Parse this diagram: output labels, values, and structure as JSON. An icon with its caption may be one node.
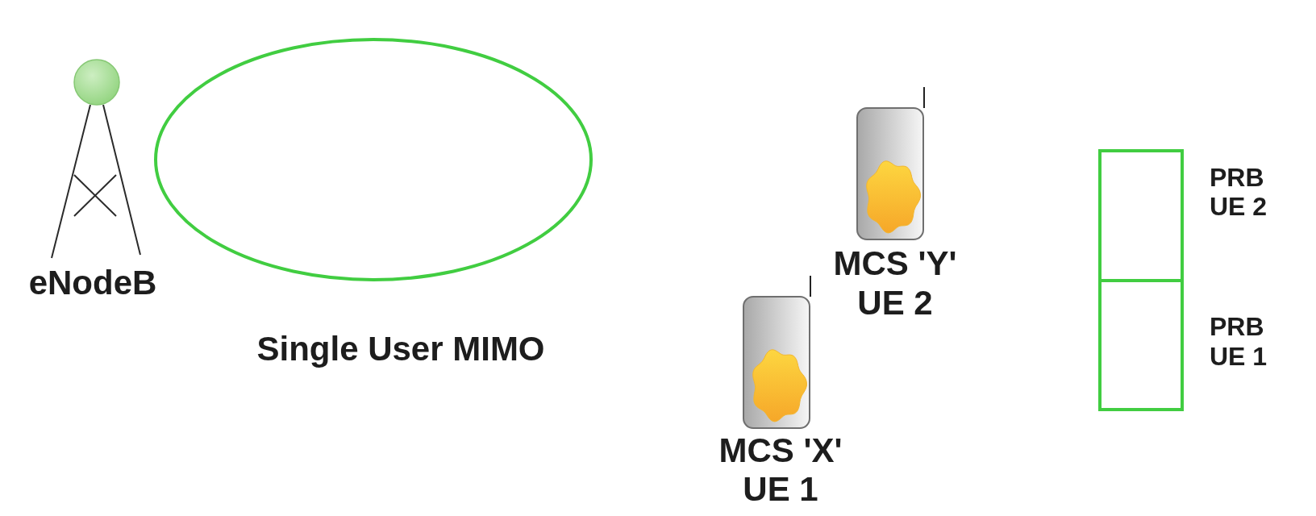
{
  "diagram": {
    "nodes": [
      {
        "text": [
          "eNodeB"
        ]
      },
      {
        "text": [],
        "shape": "ellipse"
      },
      {
        "text": [
          "MCS 'Y' UE 2"
        ]
      },
      {
        "text": [
          "MCS 'X' UE 1"
        ]
      },
      {
        "text": [
          "PRB UE 2"
        ]
      },
      {
        "text": [
          "PRB UE 1"
        ]
      }
    ],
    "labels": [
      "Single User MIMO"
    ]
  }
}
